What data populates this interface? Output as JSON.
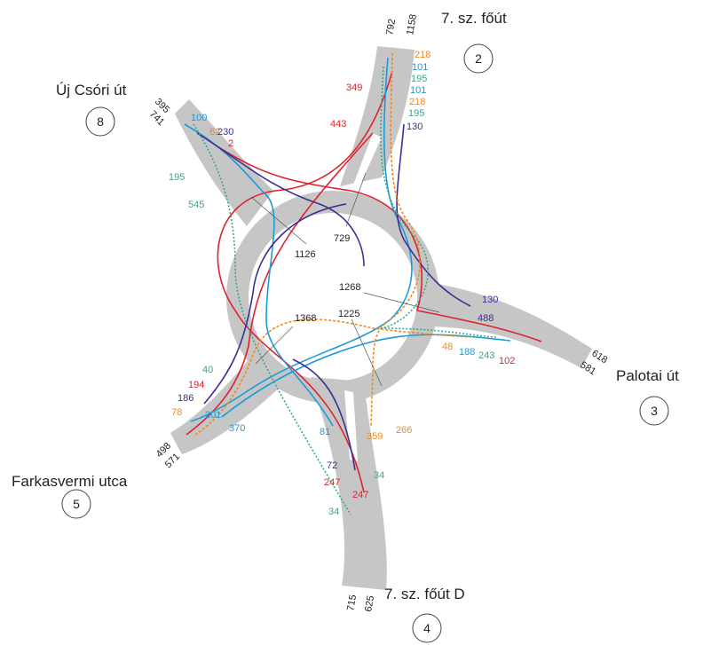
{
  "colors": {
    "red": "#e0212f",
    "blue": "#1a9bd7",
    "navy": "#3a2f95",
    "green": "#3aa58a",
    "orange": "#f08a1c",
    "road": "#c6c6c6",
    "text": "#222222"
  },
  "arms": [
    {
      "id": "2",
      "name": "7. sz. főút",
      "number": "2",
      "in_total": "792",
      "out_total": "1158"
    },
    {
      "id": "8",
      "name": "Új Csóri út",
      "number": "8",
      "in_total": "395",
      "out_total": "741"
    },
    {
      "id": "3",
      "name": "Palotai út",
      "number": "3",
      "in_total": "618",
      "out_total": "581"
    },
    {
      "id": "5",
      "name": "Farkasvermi utca",
      "number": "5",
      "in_total": "498",
      "out_total": "571"
    },
    {
      "id": "4",
      "name": "7. sz. főút D",
      "number": "4",
      "in_total": "715",
      "out_total": "625"
    }
  ],
  "circle_flows": [
    "1126",
    "729",
    "1268",
    "1368",
    "1225"
  ],
  "labels": {
    "north": [
      {
        "t": "218",
        "c": "orange"
      },
      {
        "t": "101",
        "c": "blue"
      },
      {
        "t": "195",
        "c": "green"
      },
      {
        "t": "101",
        "c": "blue"
      },
      {
        "t": "218",
        "c": "orange"
      },
      {
        "t": "195",
        "c": "green"
      },
      {
        "t": "130",
        "c": "navy"
      },
      {
        "t": "349",
        "c": "red"
      },
      {
        "t": "443",
        "c": "red"
      }
    ],
    "northwest": [
      {
        "t": "100",
        "c": "blue"
      },
      {
        "t": "62",
        "c": "orange"
      },
      {
        "t": "230",
        "c": "navy"
      },
      {
        "t": "2",
        "c": "red"
      },
      {
        "t": "195",
        "c": "green"
      },
      {
        "t": "545",
        "c": "green"
      }
    ],
    "east": [
      {
        "t": "130",
        "c": "navy"
      },
      {
        "t": "488",
        "c": "navy"
      },
      {
        "t": "48",
        "c": "orange"
      },
      {
        "t": "188",
        "c": "blue"
      },
      {
        "t": "243",
        "c": "green"
      },
      {
        "t": "102",
        "c": "red"
      }
    ],
    "southwest": [
      {
        "t": "40",
        "c": "green"
      },
      {
        "t": "194",
        "c": "red"
      },
      {
        "t": "186",
        "c": "navy"
      },
      {
        "t": "78",
        "c": "orange"
      },
      {
        "t": "201",
        "c": "blue"
      },
      {
        "t": "370",
        "c": "blue"
      }
    ],
    "south": [
      {
        "t": "81",
        "c": "blue"
      },
      {
        "t": "359",
        "c": "orange"
      },
      {
        "t": "266",
        "c": "orange"
      },
      {
        "t": "72",
        "c": "navy"
      },
      {
        "t": "247",
        "c": "red"
      },
      {
        "t": "247",
        "c": "red"
      },
      {
        "t": "34",
        "c": "green"
      },
      {
        "t": "34",
        "c": "green"
      }
    ]
  }
}
